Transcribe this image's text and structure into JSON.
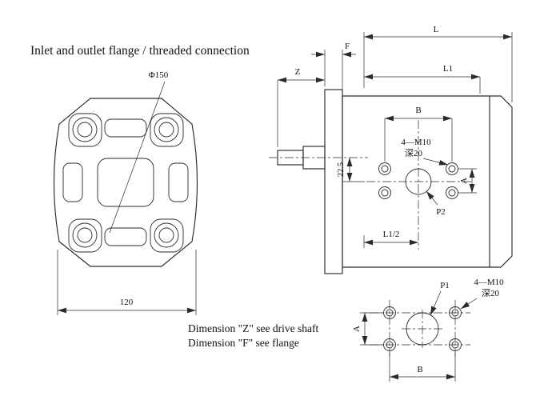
{
  "title": "Inlet and outlet flange / threaded connection",
  "colors": {
    "ink": "#2b2b2b",
    "background": "#ffffff"
  },
  "front_view": {
    "diameter_label": "Φ150",
    "width_label": "120"
  },
  "side_view": {
    "dim_l": "L",
    "dim_f": "F",
    "dim_z": "Z",
    "dim_l1": "L1",
    "dim_b": "B",
    "bolt_note_line1": "4—M10",
    "bolt_note_line2": "深20",
    "dim_offset": "22.5",
    "dim_a": "A",
    "port_label": "P2",
    "dim_l1_half": "L1/2"
  },
  "bottom_view": {
    "port_label": "P1",
    "bolt_note_line1": "4—M10",
    "bolt_note_line2": "深20",
    "dim_a": "A",
    "dim_b": "B"
  },
  "notes": {
    "line1": "Dimension \"Z\" see drive shaft",
    "line2": "Dimension \"F\" see flange"
  }
}
